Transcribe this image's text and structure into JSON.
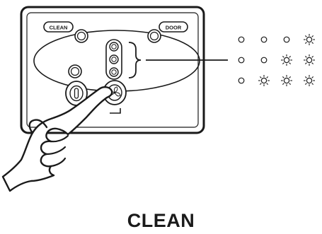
{
  "panel": {
    "clean_label": "CLEAN",
    "door_label": "DOOR"
  },
  "indicator_legend": {
    "rows": [
      [
        "off",
        "off",
        "off",
        "on"
      ],
      [
        "off",
        "off",
        "on",
        "on"
      ],
      [
        "off",
        "on",
        "on",
        "on"
      ]
    ]
  },
  "caption": "CLEAN"
}
